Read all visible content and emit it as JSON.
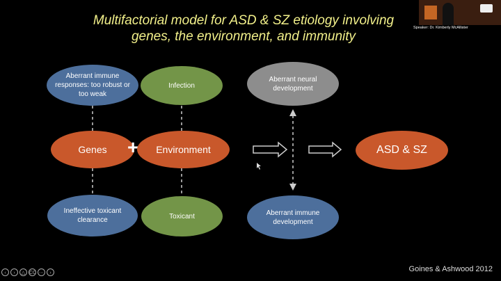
{
  "slide": {
    "title_line1": "Multifactorial model for ASD & SZ etiology involving",
    "title_line2": "genes, the environment, and immunity",
    "credit": "Goines & Ashwood 2012",
    "speaker": "Speaker: Dr. Kimberly McAllister"
  },
  "nodes": {
    "aberrant_immune_responses": "Aberrant immune responses: too robust or too weak",
    "infection": "Infection",
    "genes": "Genes",
    "plus": "+",
    "environment": "Environment",
    "ineffective_toxicant_clearance": "Ineffective toxicant clearance",
    "toxicant": "Toxicant",
    "aberrant_neural_development": "Aberrant neural development",
    "aberrant_immune_development": "Aberrant immune development",
    "outcome": "ASD & SZ"
  },
  "colors": {
    "title": "#f2f08a",
    "blue_node": "#4d6f9c",
    "green_node": "#739548",
    "orange_node": "#c9582b",
    "gray_node": "#8d8d8d"
  },
  "controls": {
    "icons": [
      "prev-icon",
      "next-icon",
      "outline-icon",
      "cc-icon",
      "more-icon",
      "forward-icon"
    ],
    "cc_label": "CC"
  }
}
